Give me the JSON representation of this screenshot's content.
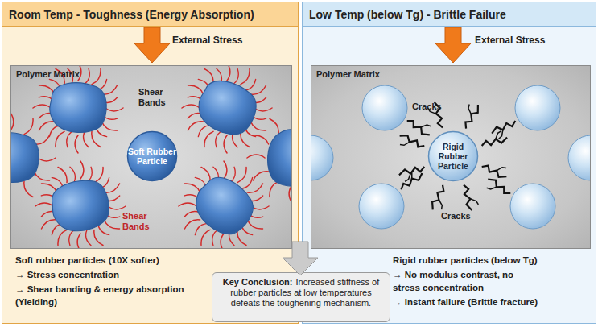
{
  "diagram": {
    "nodes": [
      {
        "text": [
          "Room Temp - Toughness (Energy Absorption)",
          "Soft rubber particles (10X softer)",
          "→ Stress concentration",
          "→ Shear banding & energy absorption (Yielding)"
        ]
      },
      {
        "text": [
          "Polymer Matrix"
        ],
        "in": 0
      },
      {
        "text": [
          "Soft Rubber Particle"
        ],
        "in": 1
      },
      {
        "text": [
          "Low Temp (below Tg) - Brittle Failure",
          "Rigid rubber particles (below Tg)",
          "→ No modulus contrast, no stress concentration",
          "→ Instant failure (Brittle fracture)"
        ]
      },
      {
        "text": [
          "Polymer Matrix"
        ],
        "in": 3
      },
      {
        "text": [
          "Rigid Rubber Particle"
        ],
        "in": 4
      },
      {
        "text": [
          "Key Conclusion:",
          "Increased stiffness of rubber particles at low temperatures defeats the toughening mechanism."
        ]
      }
    ],
    "labels": [
      "External Stress",
      "Shear Bands",
      "Shear Bands",
      "External Stress",
      "Cracks",
      "Cracks"
    ]
  }
}
